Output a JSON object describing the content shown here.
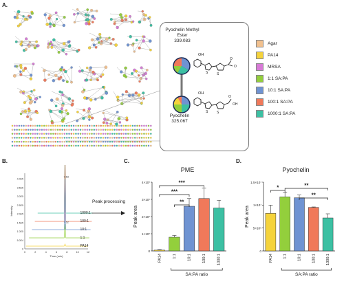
{
  "panels": {
    "a": {
      "letter": "A."
    },
    "b": {
      "letter": "B."
    },
    "c": {
      "letter": "C."
    },
    "d": {
      "letter": "D."
    }
  },
  "network_detail": {
    "top_node": {
      "name_line1": "Pyochelin Methyl",
      "name_line2": "Ester",
      "mz": "339.083"
    },
    "bottom_node": {
      "name": "Pyochelin",
      "mz": "325.067"
    }
  },
  "legend": {
    "items": [
      {
        "label": "Agar",
        "color": "#f2c18f"
      },
      {
        "label": "PA14",
        "color": "#f5d33c"
      },
      {
        "label": "MRSA",
        "color": "#d77ad6"
      },
      {
        "label": "1:1 SA:PA",
        "color": "#93cf3c"
      },
      {
        "label": "10:1 SA:PA",
        "color": "#6f93d2"
      },
      {
        "label": "100:1 SA:PA",
        "color": "#f0795a"
      },
      {
        "label": "1000:1 SA:PA",
        "color": "#3cc0a3"
      }
    ]
  },
  "chromatogram": {
    "y_axis_label": "Intensity",
    "x_axis_label": "Time (min)",
    "y_ticks": [
      "4.0E5",
      "3.5E5",
      "3.0E5",
      "2.5E5",
      "2.0E5",
      "1.5E5",
      "1.0E5",
      "5.0E4",
      "0"
    ],
    "x_ticks": [
      "0",
      "2",
      "4",
      "6",
      "8",
      "10",
      "12"
    ],
    "peak_labels": [
      "7.63",
      "7.62",
      "7.63",
      "7.62"
    ],
    "trace_labels": [
      "1000:1",
      "100:1",
      "10:1",
      "1:1",
      "PA14"
    ],
    "arrow_label": "Peak processing"
  },
  "chart_data": [
    {
      "type": "bar",
      "title": "PME",
      "ylabel": "Peak area",
      "xlabel": "SA:PA ratio",
      "categories": [
        "PA14",
        "1:1",
        "10:1",
        "100:1",
        "1000:1"
      ],
      "values": [
        500000,
        8000000,
        26000000,
        30500000,
        25000000
      ],
      "errors": [
        300000,
        1000000,
        4500000,
        6000000,
        4500000
      ],
      "ylim": [
        0,
        40000000
      ],
      "ytick_labels": [
        "0",
        "1×10⁷",
        "2×10⁷",
        "3×10⁷",
        "4×10⁷"
      ],
      "colors": [
        "#f5d33c",
        "#93cf3c",
        "#6f93d2",
        "#f0795a",
        "#3cc0a3"
      ],
      "significance": [
        {
          "from": 0,
          "to": 2,
          "label": "***"
        },
        {
          "from": 0,
          "to": 3,
          "label": "***"
        },
        {
          "from": 1,
          "to": 2,
          "label": "**"
        }
      ]
    },
    {
      "type": "bar",
      "title": "Pyochelin",
      "ylabel": "Peak area",
      "xlabel": "SA:PA ratio",
      "categories": [
        "PA14",
        "1:1",
        "10:1",
        "100:1",
        "1000:1"
      ],
      "values": [
        8200000,
        11800000,
        11600000,
        9500000,
        7200000
      ],
      "errors": [
        1800000,
        1000000,
        600000,
        100000,
        900000
      ],
      "ylim": [
        0,
        15000000
      ],
      "ytick_labels": [
        "0",
        "5×10⁶",
        "1×10⁷",
        "1.5×10⁷"
      ],
      "colors": [
        "#f5d33c",
        "#93cf3c",
        "#6f93d2",
        "#f0795a",
        "#3cc0a3"
      ],
      "significance": [
        {
          "from": 0,
          "to": 1,
          "label": "*"
        },
        {
          "from": 1,
          "to": 4,
          "label": "**"
        },
        {
          "from": 2,
          "to": 4,
          "label": "**"
        }
      ]
    }
  ]
}
